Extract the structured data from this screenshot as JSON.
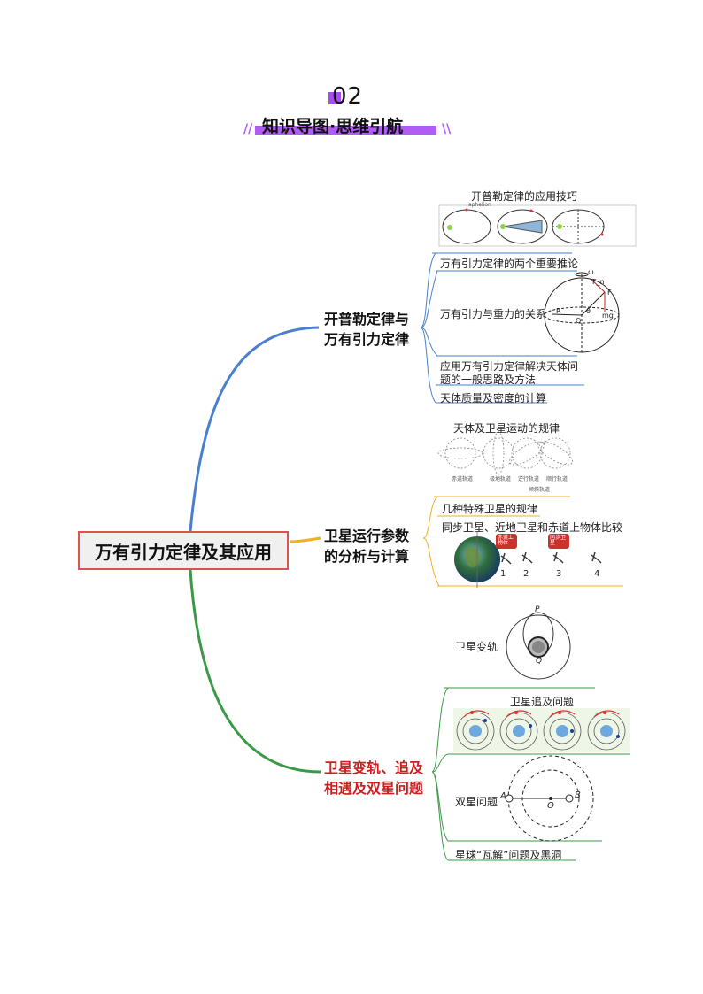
{
  "header": {
    "number": "02",
    "title": "知识导图·思维引航"
  },
  "root": {
    "label": "万有引力定律及其应用"
  },
  "branches": [
    {
      "label_line1": "开普勒定律与",
      "label_line2": "万有引力定律",
      "heading": "开普勒定律的应用技巧",
      "items": [
        "万有引力定律的两个重要推论",
        "万有引力与重力的关系",
        "应用万有引力定律解决天体问",
        "题的一般思路及方法",
        "天体质量及密度的计算"
      ],
      "figure_labels": {
        "omega": "ω",
        "fn": "F_n",
        "f": "F",
        "r": "R",
        "theta": "θ",
        "o": "O",
        "mg": "mg",
        "aphelion": "aphelion"
      }
    },
    {
      "label_line1": "卫星运行参数",
      "label_line2": "的分析与计算",
      "heading": "天体及卫星运动的规律",
      "orbit_types": [
        "赤道轨道",
        "极地轨道",
        "逆行轨道",
        "顺行轨道"
      ],
      "orbit_caption": "倾斜轨道",
      "items": [
        "几种特殊卫星的规律",
        "同步卫星、近地卫星和赤道上物体比较"
      ],
      "sat_tags": [
        "赤道上物体",
        "同步卫星"
      ],
      "sat_numbers": [
        "1",
        "2",
        "3",
        "4"
      ]
    },
    {
      "label_line1": "卫星变轨、追及",
      "label_line2": "相遇及双星问题",
      "items": [
        "卫星变轨",
        "卫星追及问题",
        "双星问题",
        "星球“瓦解”问题及黑洞"
      ],
      "orbit_points": {
        "p": "P",
        "q": "Q",
        "a": "A",
        "b": "B",
        "o": "O"
      }
    }
  ],
  "colors": {
    "branch1": "#4a7fcf",
    "branch2": "#f0b020",
    "branch3": "#3a9a46",
    "branch3_text": "#cc1f1f",
    "accent": "#a64df0"
  }
}
